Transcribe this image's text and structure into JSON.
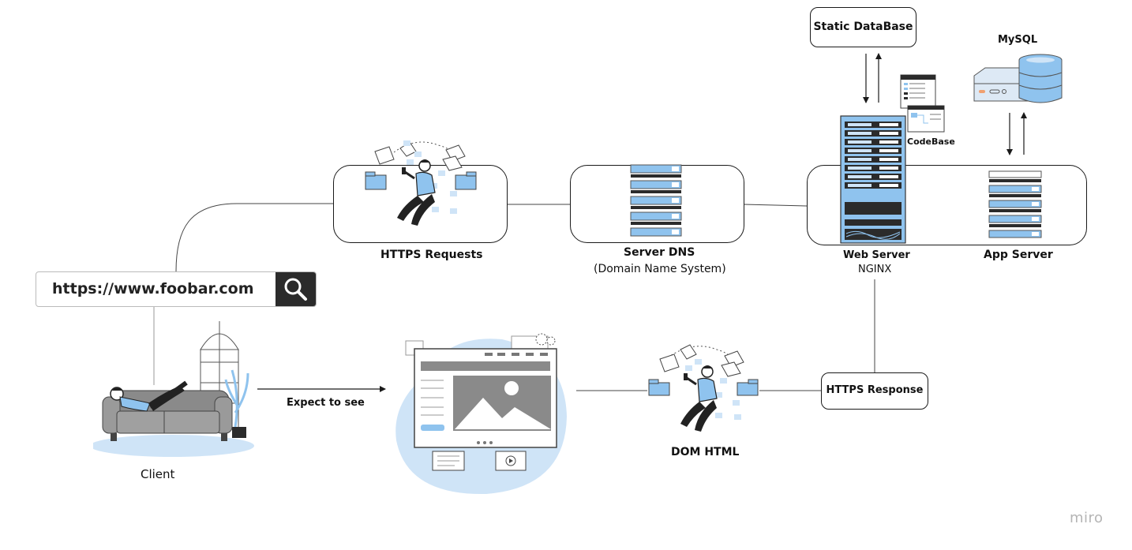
{
  "nodes": {
    "static_db": "Static DataBase",
    "mysql": "MySQL",
    "codebase": "CodeBase",
    "https_requests": "HTTPS Requests",
    "server_dns": "Server DNS",
    "server_dns_sub": "(Domain Name System)",
    "web_server": "Web Server",
    "web_server_sub": "NGINX",
    "app_server": "App Server",
    "client": "Client",
    "expect_to_see": "Expect to see",
    "dom_html": "DOM HTML",
    "https_response": "HTTPS Response"
  },
  "search": {
    "url": "https://www.foobar.com"
  },
  "brand": "miro",
  "colors": {
    "accent": "#8fc3ee",
    "light": "#cfe4f7",
    "dark": "#2b2b2b",
    "line": "#1a1a1a"
  }
}
